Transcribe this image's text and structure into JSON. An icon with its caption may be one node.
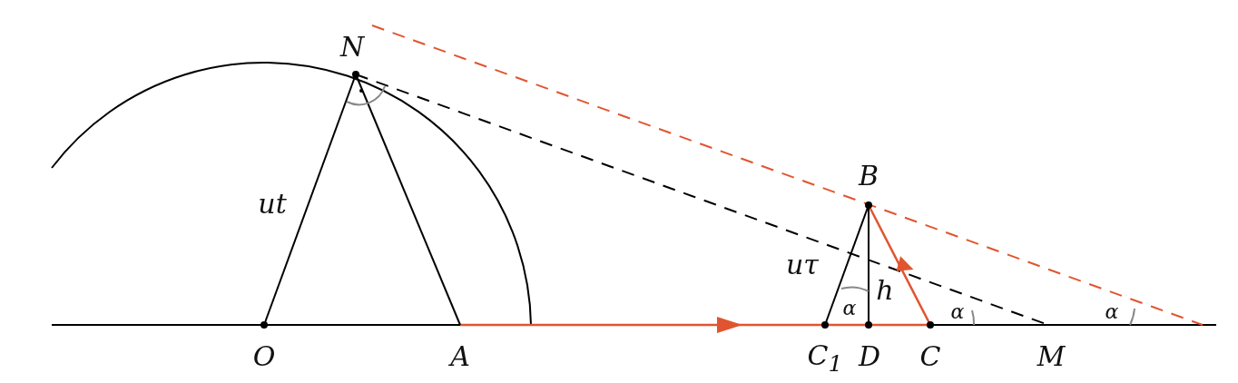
{
  "diagram": {
    "labels": [
      "N",
      "ut",
      "B",
      "uτ",
      "h",
      "α",
      "α",
      "α",
      "O",
      "A",
      "C$_{1}$",
      "D",
      "C",
      "M"
    ]
  }
}
